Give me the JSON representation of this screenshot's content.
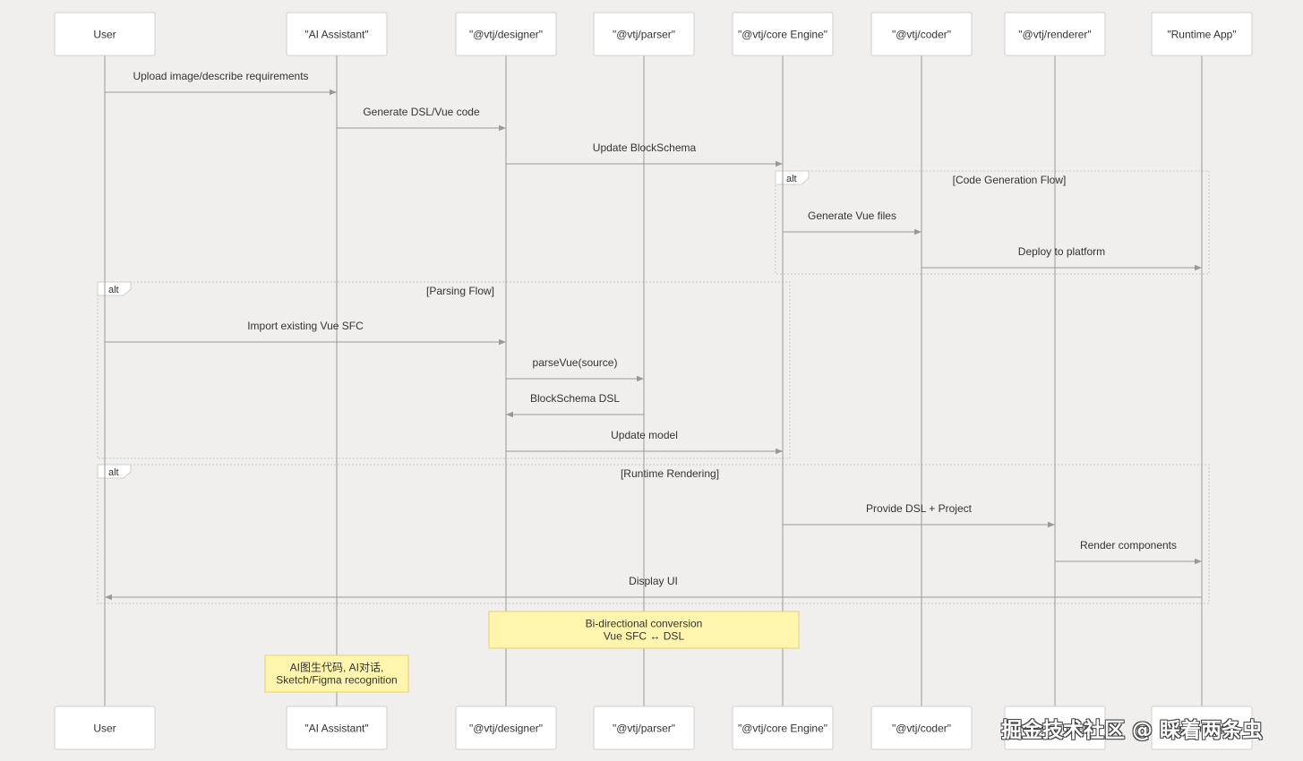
{
  "participants": [
    {
      "id": "user",
      "label": "User"
    },
    {
      "id": "ai",
      "label": "\"AI Assistant\""
    },
    {
      "id": "designer",
      "label": "\"@vtj/designer\""
    },
    {
      "id": "parser",
      "label": "\"@vtj/parser\""
    },
    {
      "id": "core",
      "label": "\"@vtj/core Engine\""
    },
    {
      "id": "coder",
      "label": "\"@vtj/coder\""
    },
    {
      "id": "renderer",
      "label": "\"@vtj/renderer\""
    },
    {
      "id": "runtime",
      "label": "\"Runtime App\""
    }
  ],
  "messages": [
    {
      "from": "user",
      "to": "ai",
      "label": "Upload image/describe requirements"
    },
    {
      "from": "ai",
      "to": "designer",
      "label": "Generate DSL/Vue code"
    },
    {
      "from": "designer",
      "to": "core",
      "label": "Update BlockSchema"
    },
    {
      "from": "core",
      "to": "coder",
      "label": "Generate Vue files"
    },
    {
      "from": "coder",
      "to": "runtime",
      "label": "Deploy to platform"
    },
    {
      "from": "user",
      "to": "designer",
      "label": "Import existing Vue SFC"
    },
    {
      "from": "designer",
      "to": "parser",
      "label": "parseVue(source)"
    },
    {
      "from": "parser",
      "to": "designer",
      "label": "BlockSchema DSL"
    },
    {
      "from": "designer",
      "to": "core",
      "label": "Update model"
    },
    {
      "from": "core",
      "to": "renderer",
      "label": "Provide DSL + Project"
    },
    {
      "from": "renderer",
      "to": "runtime",
      "label": "Render components"
    },
    {
      "from": "runtime",
      "to": "user",
      "label": "Display UI"
    }
  ],
  "fragments": [
    {
      "tag": "alt",
      "condition": "[Code Generation Flow]"
    },
    {
      "tag": "alt",
      "condition": "[Parsing Flow]"
    },
    {
      "tag": "alt",
      "condition": "[Runtime Rendering]"
    }
  ],
  "notes": [
    {
      "lines": [
        "Bi-directional conversion",
        "Vue SFC ↔ DSL"
      ]
    },
    {
      "lines": [
        "AI图生代码, AI对话,",
        "Sketch/Figma recognition"
      ]
    }
  ],
  "colors": {
    "background": "#f0efed",
    "box_fill": "#ffffff",
    "box_stroke": "#cfcfcf",
    "line": "#999999",
    "text": "#333333",
    "note_fill": "#fff5ad",
    "note_stroke": "#e6d26b"
  },
  "watermark": "掘金技术社区 @ 睬着两条虫"
}
